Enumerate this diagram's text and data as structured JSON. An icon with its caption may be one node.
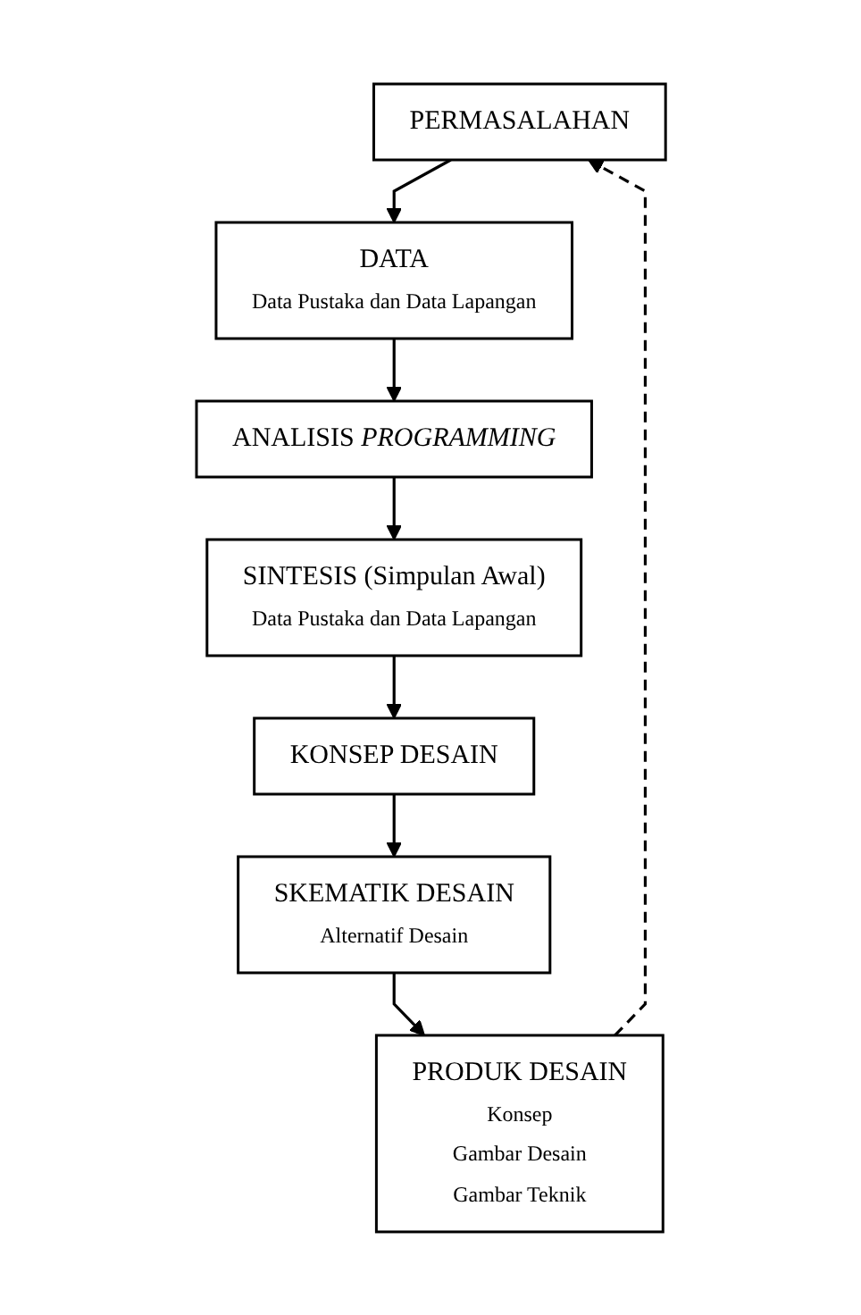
{
  "diagram": {
    "nodes": [
      {
        "text": [
          "PERMASALAHAN"
        ]
      },
      {
        "text": [
          "DATA",
          "Data Pustaka dan Data Lapangan"
        ]
      },
      {
        "text": [
          "ANALISIS *PROGRAMMING*"
        ]
      },
      {
        "text": [
          "SINTESIS (Simpulan Awal)",
          "Data Pustaka dan Data Lapangan"
        ]
      },
      {
        "text": [
          "KONSEP DESAIN"
        ]
      },
      {
        "text": [
          "SKEMATIK DESAIN",
          "Alternatif Desain"
        ]
      },
      {
        "text": [
          "PRODUK DESAIN",
          "Konsep",
          "Gambar Desain",
          "Gambar Teknik"
        ]
      }
    ],
    "edges": [
      {
        "from": 0,
        "to": 1,
        "arrow": "to"
      },
      {
        "from": 1,
        "to": 2,
        "arrow": "to"
      },
      {
        "from": 2,
        "to": 3,
        "arrow": "to"
      },
      {
        "from": 3,
        "to": 4,
        "arrow": "to"
      },
      {
        "from": 4,
        "to": 5,
        "arrow": "to"
      },
      {
        "from": 5,
        "to": 6,
        "arrow": "to"
      },
      {
        "from": 6,
        "to": 0,
        "arrow": "to",
        "style": "dashed"
      }
    ]
  }
}
